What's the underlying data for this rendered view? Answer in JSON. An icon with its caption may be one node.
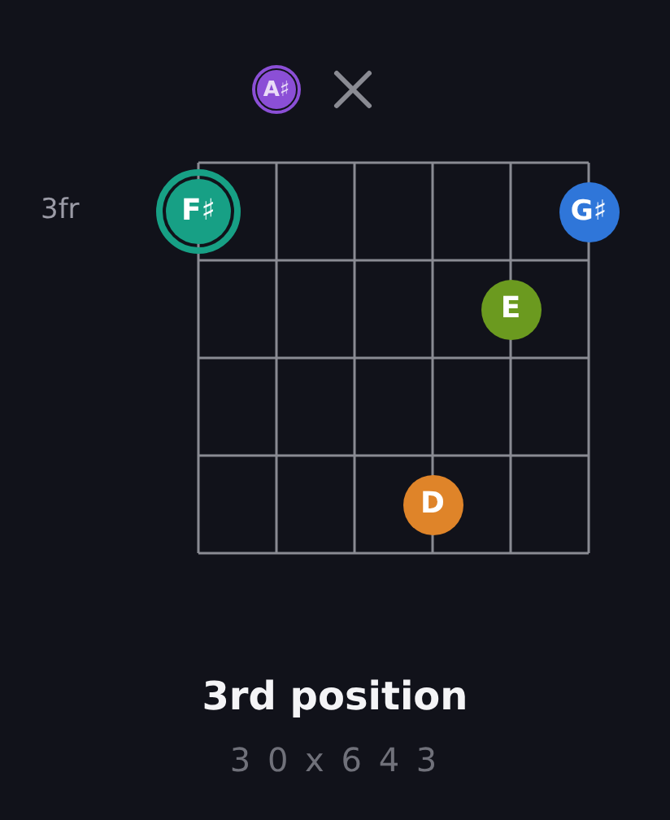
{
  "diagram": {
    "title": "3rd position",
    "caption": "3 0 x 6 4 3",
    "nodes": [
      {
        "text": [
          "A♯"
        ]
      },
      {
        "text": [
          "F♯"
        ]
      },
      {
        "text": [
          "G♯"
        ]
      },
      {
        "text": [
          "E"
        ]
      },
      {
        "text": [
          "D"
        ]
      }
    ],
    "labels": [
      "3fr"
    ]
  }
}
